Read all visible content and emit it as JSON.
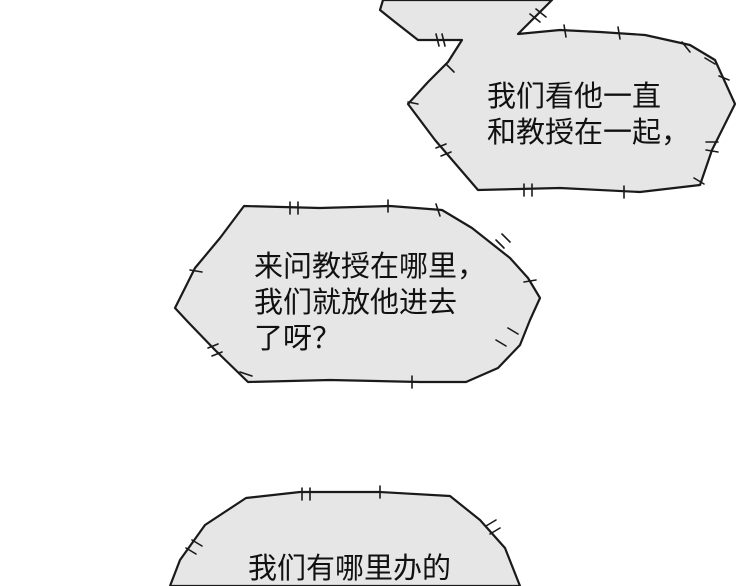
{
  "bubbles": [
    {
      "lines": [
        "我们看他一直",
        "和教授在一起，"
      ]
    },
    {
      "lines": [
        "来问教授在哪里，",
        "我们就放他进去",
        "了呀？"
      ]
    },
    {
      "lines": [
        "我们有哪里办的"
      ]
    }
  ],
  "colors": {
    "bubble_fill": "#e6e6e6",
    "outline": "#1a1a1a",
    "text": "#111111",
    "background": "#ffffff"
  }
}
